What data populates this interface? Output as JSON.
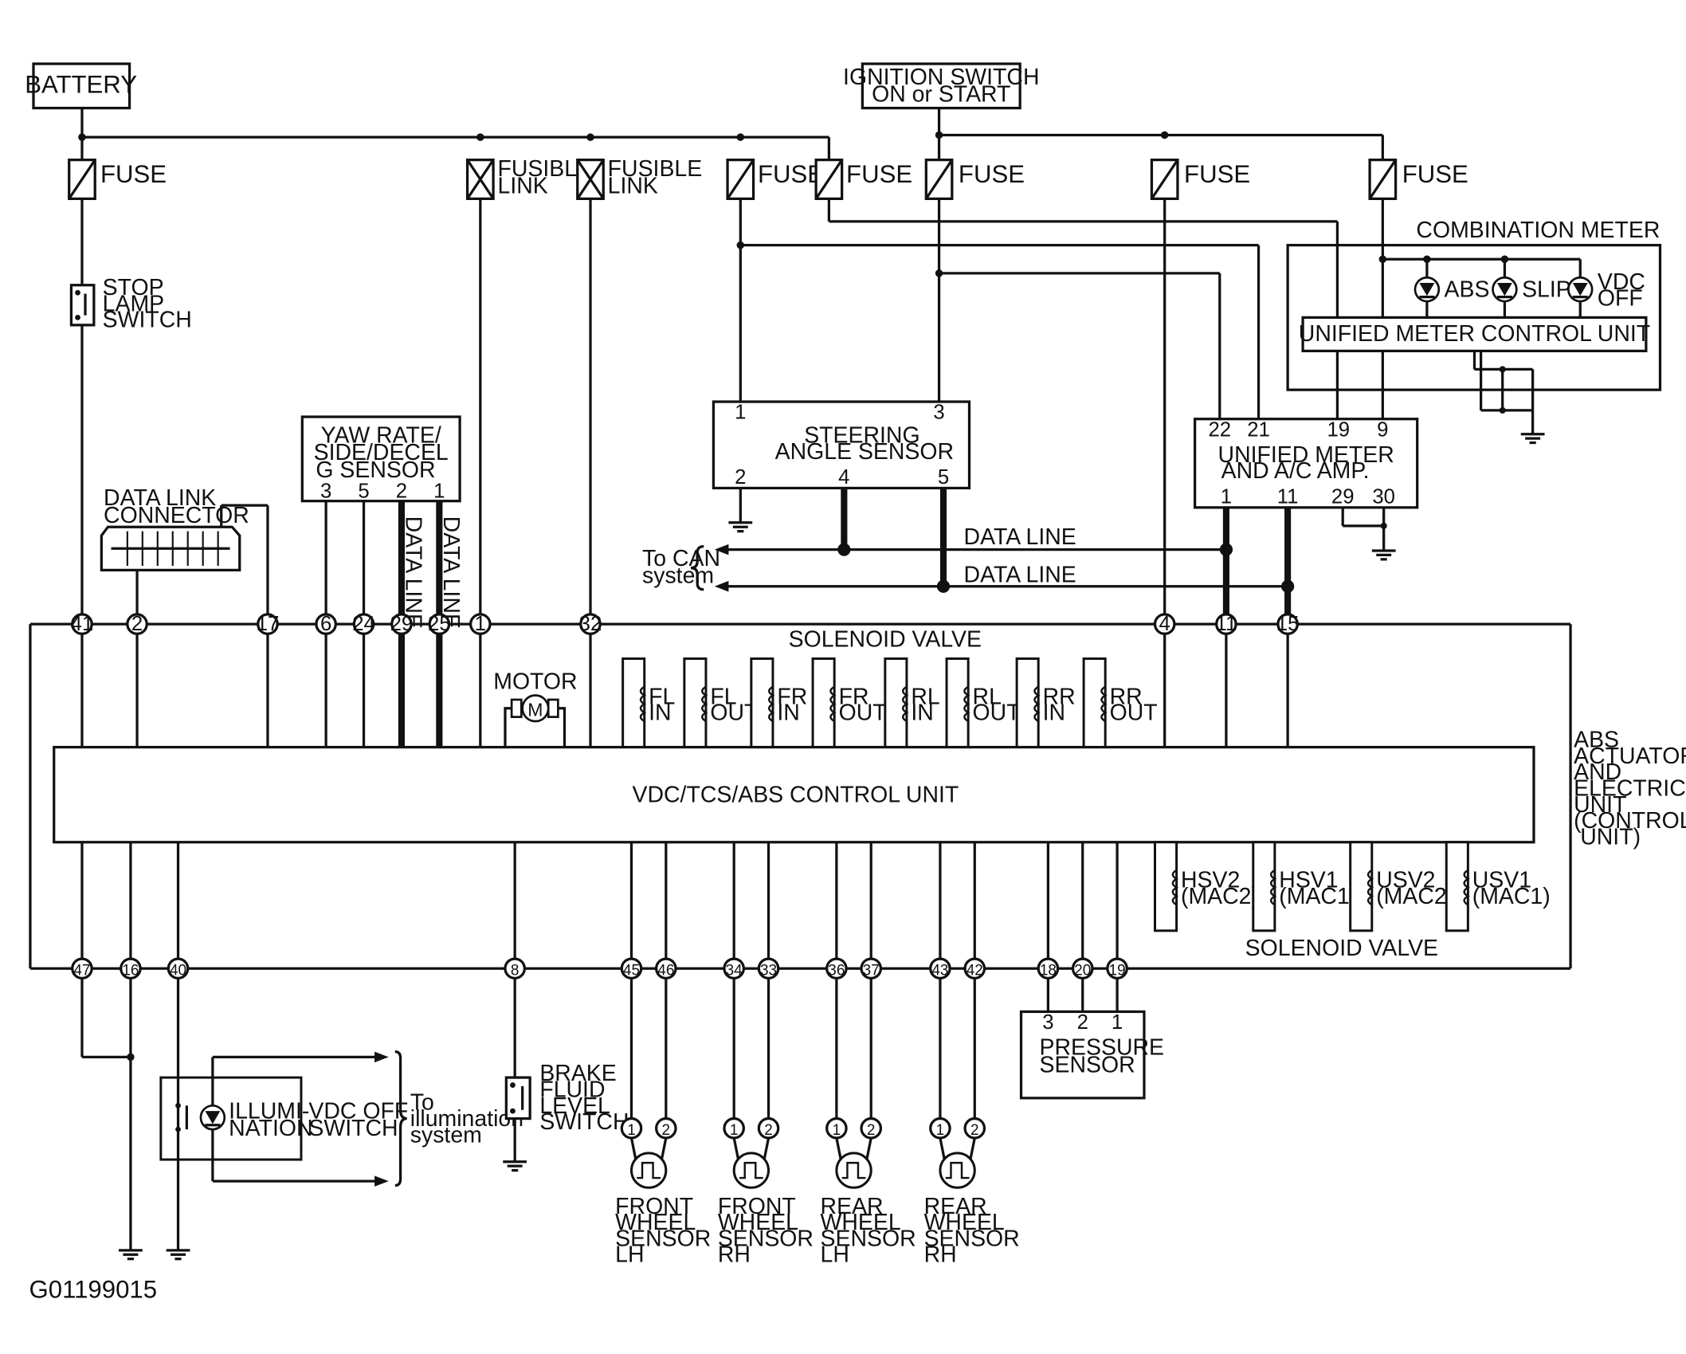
{
  "labels": {
    "battery": "BATTERY",
    "ignition1": "IGNITION SWITCH",
    "ignition2": "ON or START",
    "fuse": "FUSE",
    "fusible1": "FUSIBLE",
    "fusible2": "LINK",
    "stop1": "STOP",
    "stop2": "LAMP",
    "stop3": "SWITCH",
    "yaw1": "YAW RATE/",
    "yaw2": "SIDE/DECEL",
    "yaw3": "G SENSOR",
    "dlc1": "DATA LINK",
    "dlc2": "CONNECTOR",
    "dataline": "DATA LINE",
    "steer1": "STEERING",
    "steer2": "ANGLE SENSOR",
    "combo": "COMBINATION METER",
    "umcu": "UNIFIED METER CONTROL UNIT",
    "abs": "ABS",
    "slip": "SLIP",
    "vdc1": "VDC",
    "vdc2": "OFF",
    "uma1": "UNIFIED METER",
    "uma2": "AND A/C AMP.",
    "tocan1": "To CAN",
    "tocan2": "system",
    "solenoid": "SOLENOID VALVE",
    "motor": "MOTOR",
    "control": "VDC/TCS/ABS CONTROL UNIT",
    "act1": "ABS",
    "act2": "ACTUATOR",
    "act3": "AND",
    "act4": "ELECTRIC",
    "act5": "UNIT",
    "act6": "(CONTROL",
    "act7": "UNIT)",
    "illum1": "ILLUMI-",
    "illum2": "NATION",
    "vdcsw1": "VDC OFF",
    "vdcsw2": "SWITCH",
    "toillum1": "To",
    "toillum2": "illumination",
    "toillum3": "system",
    "brake1": "BRAKE",
    "brake2": "FLUID",
    "brake3": "LEVEL",
    "brake4": "SWITCH",
    "press1": "PRESSURE",
    "press2": "SENSOR",
    "code": "G01199015"
  },
  "valves": [
    {
      "a": "FL",
      "b": "IN"
    },
    {
      "a": "FL",
      "b": "OUT"
    },
    {
      "a": "FR",
      "b": "IN"
    },
    {
      "a": "FR",
      "b": "OUT"
    },
    {
      "a": "RL",
      "b": "IN"
    },
    {
      "a": "RL",
      "b": "OUT"
    },
    {
      "a": "RR",
      "b": "IN"
    },
    {
      "a": "RR",
      "b": "OUT"
    }
  ],
  "bottom_valves": [
    {
      "a": "HSV2",
      "b": "(MAC2)"
    },
    {
      "a": "HSV1",
      "b": "(MAC1)"
    },
    {
      "a": "USV2",
      "b": "(MAC2)"
    },
    {
      "a": "USV1",
      "b": "(MAC1)"
    }
  ],
  "wheel_sensors": [
    {
      "l1": "FRONT",
      "l2": "WHEEL",
      "l3": "SENSOR",
      "l4": "LH"
    },
    {
      "l1": "FRONT",
      "l2": "WHEEL",
      "l3": "SENSOR",
      "l4": "RH"
    },
    {
      "l1": "REAR",
      "l2": "WHEEL",
      "l3": "SENSOR",
      "l4": "LH"
    },
    {
      "l1": "REAR",
      "l2": "WHEEL",
      "l3": "SENSOR",
      "l4": "RH"
    }
  ],
  "top_pins": [
    "41",
    "2",
    "17",
    "6",
    "24",
    "29",
    "25",
    "1",
    "32",
    "4",
    "11",
    "15"
  ],
  "bottom_pins": [
    "47",
    "16",
    "40",
    "8",
    "45",
    "46",
    "34",
    "33",
    "36",
    "37",
    "43",
    "42",
    "18",
    "20",
    "19"
  ],
  "yaw_pins": [
    "3",
    "5",
    "2",
    "1"
  ],
  "steer_pins": [
    "1",
    "3",
    "2",
    "4",
    "5"
  ],
  "uma_pins": [
    "22",
    "21",
    "19",
    "9",
    "1",
    "11",
    "29",
    "30"
  ],
  "press_pins": [
    "3",
    "2",
    "1"
  ],
  "sensor_pins": [
    "1",
    "2"
  ]
}
